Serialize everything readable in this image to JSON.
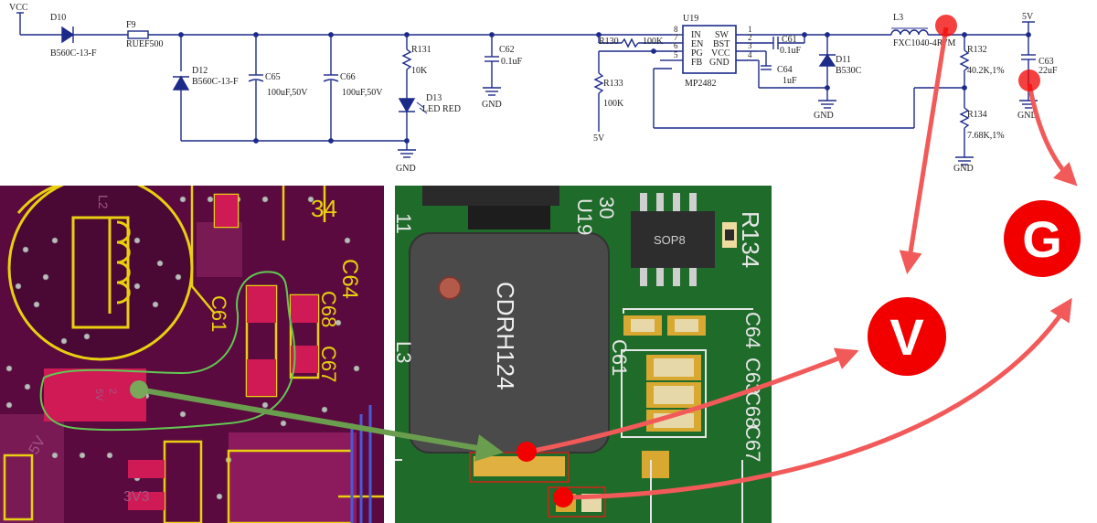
{
  "schematic": {
    "vcc": "VCC",
    "d10": {
      "ref": "D10",
      "part": "B560C-13-F"
    },
    "f9": {
      "ref": "F9",
      "part": "RUEF500"
    },
    "d12": {
      "ref": "D12",
      "part": "B560C-13-F"
    },
    "c65": {
      "ref": "C65",
      "value": "100uF,50V"
    },
    "c66": {
      "ref": "C66",
      "value": "100uF,50V"
    },
    "r131": {
      "ref": "R131",
      "value": "10K"
    },
    "d13": {
      "ref": "D13",
      "value": "LED RED"
    },
    "c62": {
      "ref": "C62",
      "value": "0.1uF"
    },
    "r130": {
      "ref": "R130",
      "value": "100K"
    },
    "r133": {
      "ref": "R133",
      "value": "100K"
    },
    "u19": {
      "ref": "U19",
      "part": "MP2482",
      "pins_left": [
        {
          "num": "8",
          "name": "IN"
        },
        {
          "num": "7",
          "name": "EN"
        },
        {
          "num": "6",
          "name": "PG"
        },
        {
          "num": "5",
          "name": "FB"
        }
      ],
      "pins_right": [
        {
          "num": "1",
          "name": "SW"
        },
        {
          "num": "2",
          "name": "BST"
        },
        {
          "num": "3",
          "name": "VCC"
        },
        {
          "num": "4",
          "name": "GND"
        }
      ]
    },
    "c61": {
      "ref": "C61",
      "value": "0.1uF"
    },
    "c64": {
      "ref": "C64",
      "value": "1uF"
    },
    "d11": {
      "ref": "D11",
      "part": "B530C"
    },
    "l3": {
      "ref": "L3",
      "part": "FXC1040-4R7M"
    },
    "r132": {
      "ref": "R132",
      "value": "40.2K,1%"
    },
    "r134": {
      "ref": "R134",
      "value": "7.68K,1%"
    },
    "c63": {
      "ref": "C63",
      "value": "22uF"
    },
    "net_5v": "5V",
    "net_5v_bottom": "5V",
    "gnd": "GND"
  },
  "pcb_layout": {
    "ref_l2": "L2",
    "ref_c64": "C64",
    "ref_c61": "C61",
    "ref_c68": "C68",
    "ref_c67": "C67",
    "ref_34": "34",
    "pad_num": "2",
    "pad_net": "5V",
    "net_5v": "5V",
    "net_3v3": "3V3"
  },
  "pcb_render": {
    "inductor_label": "CDRH124",
    "ic_label": "SOP8",
    "ref_r134": "R134",
    "ref_c64": "C64",
    "ref_c61": "C61",
    "ref_c63": "C63",
    "ref_c68": "C68",
    "ref_c67": "C67",
    "ref_l3": "L3",
    "ref_u19_partial": "U19",
    "ref_30": "30",
    "ref_11": "11"
  },
  "probes": {
    "voltage_badge": "V",
    "ground_badge": "G"
  },
  "colors": {
    "schematic_line": "#1c2a8a",
    "schematic_text": "#1c1c1c",
    "probe_red": "#f20000",
    "arrow_red": "#f25a5a",
    "arrow_green": "#6a9e4e",
    "pcb_layout_bg": "#5a0a3e",
    "pcb_render_bg": "#1f6b2a"
  }
}
